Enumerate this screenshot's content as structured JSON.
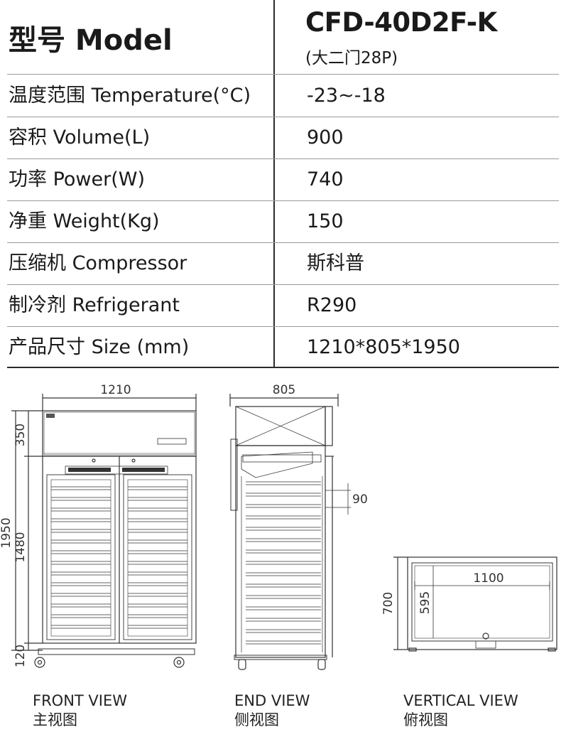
{
  "spec": {
    "header_label": "型号 Model",
    "model": "CFD-40D2F-K",
    "model_sub": "(大二门28P)",
    "rows": [
      {
        "label": "温度范围 Temperature(°C)",
        "value": "-23~-18"
      },
      {
        "label": "容积 Volume(L)",
        "value": "900"
      },
      {
        "label": "功率 Power(W)",
        "value": "740"
      },
      {
        "label": "净重 Weight(Kg)",
        "value": "150"
      },
      {
        "label": "压缩机 Compressor",
        "value": "斯科普"
      },
      {
        "label": "制冷剂 Refrigerant",
        "value": "R290"
      },
      {
        "label": "产品尺寸 Size (mm)",
        "value": "1210*805*1950"
      }
    ]
  },
  "drawings": {
    "front": {
      "caption_en": "FRONT VIEW",
      "caption_cn": "主视图",
      "width": "1210",
      "height": "1950",
      "top_section": "350",
      "door": "1480",
      "base": "120"
    },
    "end": {
      "caption_en": "END VIEW",
      "caption_cn": "侧视图",
      "depth": "805",
      "tray_pitch": "90"
    },
    "vertical": {
      "caption_en": "VERTICAL VIEW",
      "caption_cn": "俯视图",
      "inner_width": "1100",
      "inner_depth": "595",
      "outer_depth": "700"
    }
  }
}
